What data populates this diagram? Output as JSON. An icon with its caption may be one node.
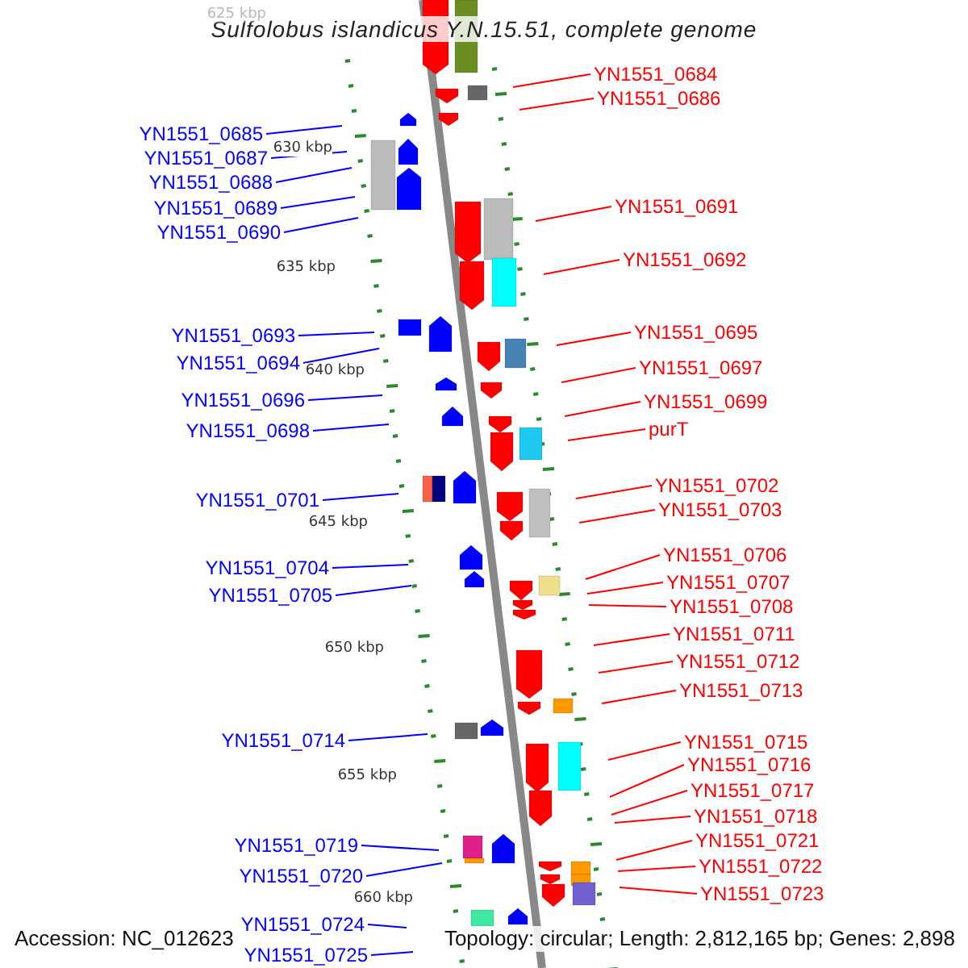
{
  "diagram": {
    "title": "Sulfolobus islandicus Y.N.15.51, complete genome",
    "nodes": [
      {
        "text": [
          "YN1551_0684"
        ]
      },
      {
        "text": [
          "YN1551_0686"
        ]
      },
      {
        "text": [
          "YN1551_0685"
        ]
      },
      {
        "text": [
          "YN1551_0687"
        ]
      },
      {
        "text": [
          "YN1551_0688"
        ]
      },
      {
        "text": [
          "YN1551_0691"
        ]
      },
      {
        "text": [
          "YN1551_0689"
        ]
      },
      {
        "text": [
          "YN1551_0690"
        ]
      },
      {
        "text": [
          "YN1551_0692"
        ]
      },
      {
        "text": [
          "YN1551_0693"
        ]
      },
      {
        "text": [
          "YN1551_0695"
        ]
      },
      {
        "text": [
          "YN1551_0694"
        ]
      },
      {
        "text": [
          "YN1551_0697"
        ]
      },
      {
        "text": [
          "YN1551_0696"
        ]
      },
      {
        "text": [
          "YN1551_0699"
        ]
      },
      {
        "text": [
          "purT"
        ]
      },
      {
        "text": [
          "YN1551_0698"
        ]
      },
      {
        "text": [
          "YN1551_0702"
        ]
      },
      {
        "text": [
          "YN1551_0701"
        ]
      },
      {
        "text": [
          "YN1551_0703"
        ]
      },
      {
        "text": [
          "YN1551_0706"
        ]
      },
      {
        "text": [
          "YN1551_0704"
        ]
      },
      {
        "text": [
          "YN1551_0707"
        ]
      },
      {
        "text": [
          "YN1551_0705"
        ]
      },
      {
        "text": [
          "YN1551_0708"
        ]
      },
      {
        "text": [
          "YN1551_0711"
        ]
      },
      {
        "text": [
          "YN1551_0712"
        ]
      },
      {
        "text": [
          "YN1551_0713"
        ]
      },
      {
        "text": [
          "YN1551_0714"
        ]
      },
      {
        "text": [
          "YN1551_0715"
        ]
      },
      {
        "text": [
          "YN1551_0716"
        ]
      },
      {
        "text": [
          "YN1551_0717"
        ]
      },
      {
        "text": [
          "YN1551_0718"
        ]
      },
      {
        "text": [
          "YN1551_0721"
        ]
      },
      {
        "text": [
          "YN1551_0719"
        ]
      },
      {
        "text": [
          "YN1551_0722"
        ]
      },
      {
        "text": [
          "YN1551_0720"
        ]
      },
      {
        "text": [
          "YN1551_0723"
        ]
      },
      {
        "text": [
          "YN1551_0724"
        ]
      },
      {
        "text": [
          "YN1551_0725"
        ]
      }
    ],
    "edges": [
      {
        "from": 0,
        "to": null,
        "arrow": "none"
      },
      {
        "from": 1,
        "to": null,
        "arrow": "none"
      },
      {
        "from": 2,
        "to": null,
        "arrow": "none",
        "color": "#0000ff"
      },
      {
        "from": 3,
        "to": null,
        "arrow": "none",
        "color": "#0000ff"
      },
      {
        "from": 4,
        "to": null,
        "arrow": "none",
        "color": "#0000ff"
      },
      {
        "from": 5,
        "to": null,
        "arrow": "none"
      },
      {
        "from": 6,
        "to": null,
        "arrow": "none",
        "color": "#0000ff"
      },
      {
        "from": 7,
        "to": null,
        "arrow": "none",
        "color": "#0000ff"
      },
      {
        "from": 8,
        "to": null,
        "arrow": "none"
      },
      {
        "from": 9,
        "to": null,
        "arrow": "none",
        "color": "#0000ff"
      },
      {
        "from": 10,
        "to": null,
        "arrow": "none"
      },
      {
        "from": 11,
        "to": null,
        "arrow": "none",
        "color": "#0000ff"
      },
      {
        "from": 12,
        "to": null,
        "arrow": "none"
      },
      {
        "from": 13,
        "to": null,
        "arrow": "none",
        "color": "#0000ff"
      },
      {
        "from": 14,
        "to": null,
        "arrow": "none"
      },
      {
        "from": 15,
        "to": null,
        "arrow": "none"
      },
      {
        "from": 16,
        "to": null,
        "arrow": "none",
        "color": "#0000ff"
      },
      {
        "from": 17,
        "to": null,
        "arrow": "none"
      },
      {
        "from": 18,
        "to": null,
        "arrow": "none",
        "color": "#0000ff"
      },
      {
        "from": 19,
        "to": null,
        "arrow": "none"
      },
      {
        "from": 20,
        "to": null,
        "arrow": "none"
      },
      {
        "from": 21,
        "to": null,
        "arrow": "none",
        "color": "#0000ff"
      },
      {
        "from": 22,
        "to": null,
        "arrow": "none"
      },
      {
        "from": 23,
        "to": null,
        "arrow": "none",
        "color": "#0000ff"
      },
      {
        "from": 24,
        "to": null,
        "arrow": "none"
      },
      {
        "from": 25,
        "to": null,
        "arrow": "none"
      },
      {
        "from": 26,
        "to": null,
        "arrow": "none"
      },
      {
        "from": 27,
        "to": null,
        "arrow": "none"
      },
      {
        "from": 28,
        "to": null,
        "arrow": "none",
        "color": "#0000ff"
      },
      {
        "from": 29,
        "to": null,
        "arrow": "none"
      },
      {
        "from": 30,
        "to": null,
        "arrow": "none"
      },
      {
        "from": 31,
        "to": null,
        "arrow": "none"
      },
      {
        "from": 32,
        "to": null,
        "arrow": "none"
      },
      {
        "from": 33,
        "to": null,
        "arrow": "none"
      },
      {
        "from": 34,
        "to": null,
        "arrow": "none",
        "color": "#0000ff"
      },
      {
        "from": 35,
        "to": null,
        "arrow": "none"
      },
      {
        "from": 36,
        "to": null,
        "arrow": "none",
        "color": "#0000ff"
      },
      {
        "from": 37,
        "to": null,
        "arrow": "none"
      },
      {
        "from": 38,
        "to": null,
        "arrow": "none",
        "color": "#0000ff"
      },
      {
        "from": 39,
        "to": null,
        "arrow": "none",
        "color": "#0000ff"
      }
    ],
    "labels": [
      "625 kbp",
      "630 kbp",
      "635 kbp",
      "640 kbp",
      "645 kbp",
      "650 kbp",
      "655 kbp",
      "660 kbp",
      "Accession: NC_012623",
      "Topology: circular; Length: 2,812,165 bp; Genes: 2,898"
    ]
  }
}
